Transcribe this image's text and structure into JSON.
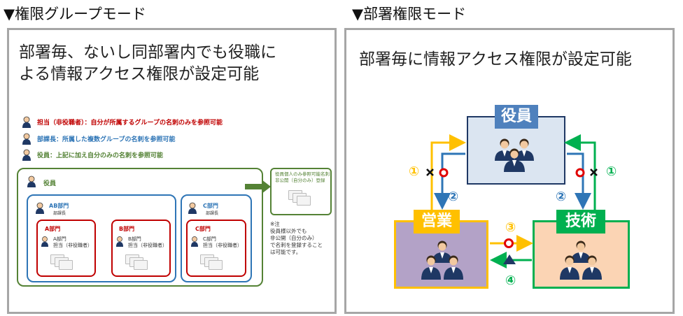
{
  "left": {
    "heading": "▼権限グループモード",
    "desc_line1": "部署毎、ないし同部署内でも役職に",
    "desc_line2": "よる情報アクセス権限が設定可能",
    "legend": [
      {
        "text": "担当（非役職者）：自分が所属するグループの名刺のみを参照可能",
        "color": "#c00000"
      },
      {
        "text": "部課長：所属した複数グループの名刺を参照可能",
        "color": "#2e75b6"
      },
      {
        "text": "役員：上記に加え自分のみの名刺を参照可能",
        "color": "#548235"
      }
    ],
    "exec_label": "役員",
    "ab_label": "AB部門",
    "ab_sub": "部課長",
    "c_label": "C部門",
    "c_sub": "部課長",
    "a_label": "A部門",
    "a_person": "A部門\n担当（非役職者）",
    "b_label": "B部門",
    "b_person": "B部門\n担当（非役職者）",
    "c2_label": "C部門",
    "c2_person": "C部門\n担当（非役職者）",
    "private_box": "役員個人のみ参照可能名刺\n非公開（自分のみ）登録",
    "note": "※注\n役員様以外でも\n非公開（自分のみ）\nで名刺を登録すること\nは可能です。"
  },
  "right": {
    "heading": "▼部署権限モード",
    "desc": "部署毎に情報アクセス権限が設定可能",
    "exec_tag": "役員",
    "sales_tag": "営業",
    "tech_tag": "技術",
    "num1": "①",
    "num2": "②",
    "num3": "③",
    "num4": "④",
    "colors": {
      "exec_bg": "#dbe5f1",
      "exec_tag": "#4f81bd",
      "sales_bg": "#b3a2c7",
      "sales_border": "#ffc000",
      "sales_tag": "#ffc000",
      "tech_bg": "#fbd4b4",
      "tech_border": "#00b050",
      "tech_tag": "#00b050",
      "arrow_blue": "#2e75b6",
      "arrow_orange": "#ffc000",
      "arrow_green": "#00b050"
    }
  }
}
